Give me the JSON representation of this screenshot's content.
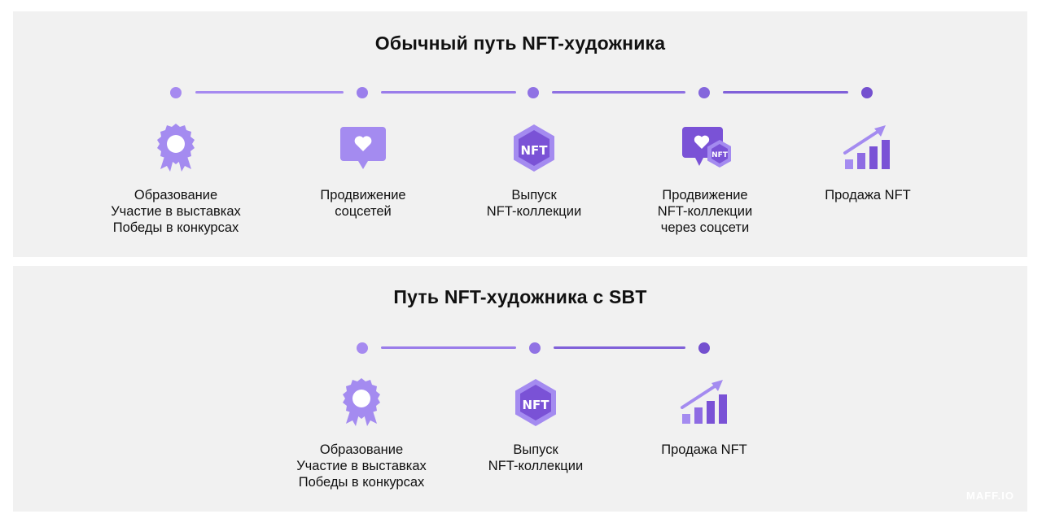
{
  "colors": {
    "panel_bg": "#f1f1f1",
    "dot_light": "#a68af0",
    "dot_dark": "#7450cf",
    "icon_light": "#a48bf0",
    "icon_dark": "#7a52d6"
  },
  "path1": {
    "title": "Обычный путь NFT-художника",
    "steps": [
      {
        "icon": "award-ribbon-icon",
        "label": "Образование\nУчастие в выставках\nПобеды в конкурсах"
      },
      {
        "icon": "heart-chat-icon",
        "label": "Продвижение\nсоцсетей"
      },
      {
        "icon": "nft-hexagon-icon",
        "label": "Выпуск\nNFT-коллекции"
      },
      {
        "icon": "heart-chat-nft-icon",
        "label": "Продвижение\nNFT-коллекции\nчерез соцсети"
      },
      {
        "icon": "growth-chart-icon",
        "label": "Продажа NFT"
      }
    ]
  },
  "path2": {
    "title": "Путь NFT-художника с SBT",
    "steps": [
      {
        "icon": "award-ribbon-icon",
        "label": "Образование\nУчастие в выставках\nПобеды в конкурсах"
      },
      {
        "icon": "nft-hexagon-icon",
        "label": "Выпуск\nNFT-коллекции"
      },
      {
        "icon": "growth-chart-icon",
        "label": "Продажа NFT"
      }
    ]
  },
  "watermark": "MAFF.IO"
}
